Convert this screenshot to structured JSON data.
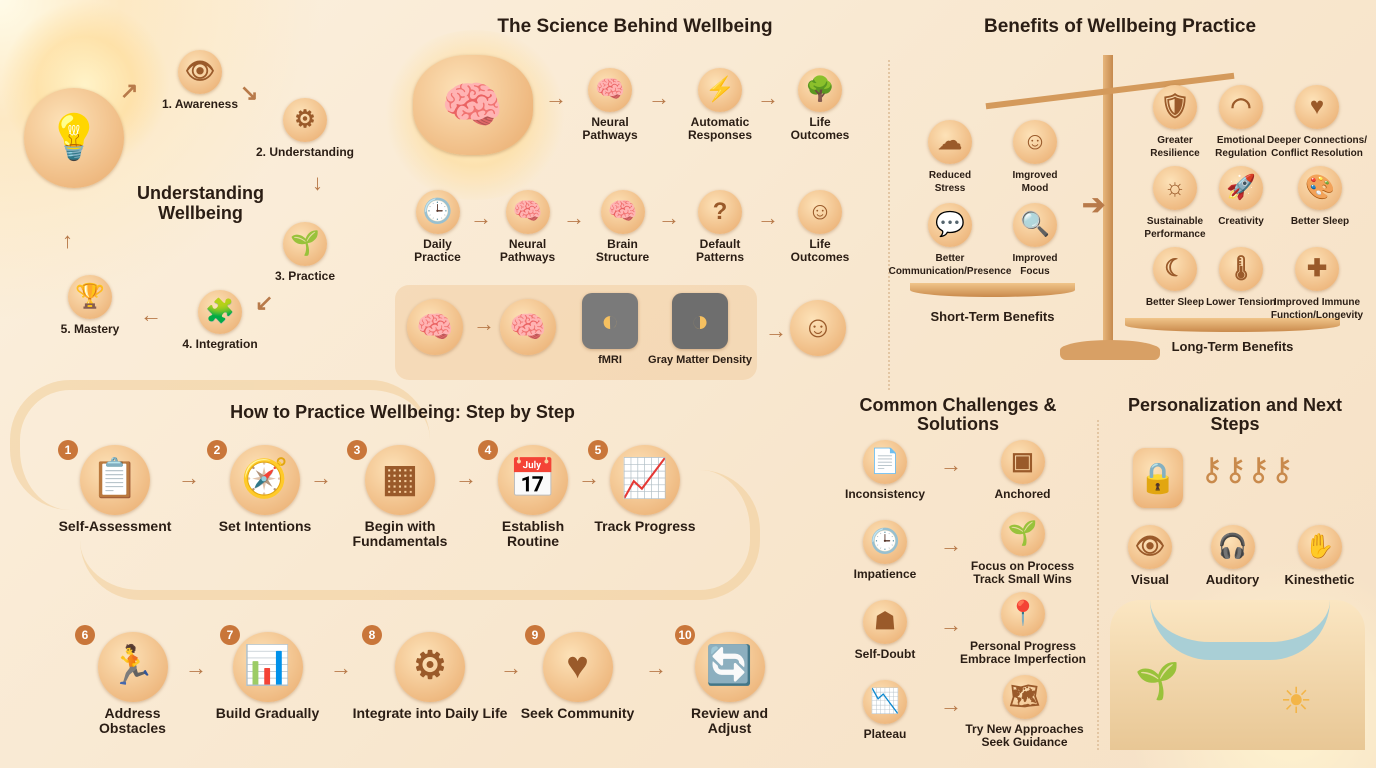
{
  "cycle": {
    "title": "Understanding Wellbeing",
    "steps": [
      "1. Awareness",
      "2. Understanding",
      "3. Practice",
      "4. Integration",
      "5. Mastery"
    ]
  },
  "science": {
    "title": "The Science Behind Wellbeing",
    "row1": [
      "Neural Pathways",
      "Automatic Responses",
      "Life Outcomes"
    ],
    "row2": [
      "Daily Practice",
      "Neural Pathways",
      "Brain Structure",
      "Default Patterns",
      "Life Outcomes"
    ],
    "row3": [
      "fMRI",
      "Gray Matter Density"
    ]
  },
  "benefits": {
    "title": "Benefits of Wellbeing Practice",
    "short_title": "Short-Term Benefits",
    "short": [
      "Reduced Stress",
      "Imgroved Mood",
      "Better Communication/Presence",
      "Improved Focus"
    ],
    "long_title": "Long-Term Benefits",
    "long": [
      "Greater Resilience",
      "Emotional Regulation",
      "Deeper Connections/ Conflict Resolution",
      "Sustainable Performance",
      "Creativity",
      "Better Sleep",
      "Better Sleep",
      "Lower Tension",
      "Improved Immune Function/Longevity"
    ]
  },
  "practice": {
    "title": "How to Practice Wellbeing: Step by Step",
    "steps": [
      {
        "n": "1",
        "label": "Self-Assessment"
      },
      {
        "n": "2",
        "label": "Set Intentions"
      },
      {
        "n": "3",
        "label": "Begin with Fundamentals"
      },
      {
        "n": "4",
        "label": "Establish Routine"
      },
      {
        "n": "5",
        "label": "Track Progress"
      },
      {
        "n": "6",
        "label": "Address Obstacles"
      },
      {
        "n": "7",
        "label": "Build Gradually"
      },
      {
        "n": "8",
        "label": "Integrate into Daily Life"
      },
      {
        "n": "9",
        "label": "Seek Community"
      },
      {
        "n": "10",
        "label": "Review and Adjust"
      }
    ]
  },
  "challenges": {
    "title": "Common Challenges & Solutions",
    "rows": [
      {
        "challenge": "Inconsistency",
        "solution": "Anchored"
      },
      {
        "challenge": "Impatience",
        "solution": "Focus on Process Track Small Wins"
      },
      {
        "challenge": "Self-Doubt",
        "solution": "Personal Progress Embrace Imperfection"
      },
      {
        "challenge": "Plateau",
        "solution": "Try New Approaches Seek Guidance"
      }
    ]
  },
  "personal": {
    "title": "Personalization and Next Steps",
    "styles": [
      "Visual",
      "Auditory",
      "Kinesthetic"
    ]
  }
}
